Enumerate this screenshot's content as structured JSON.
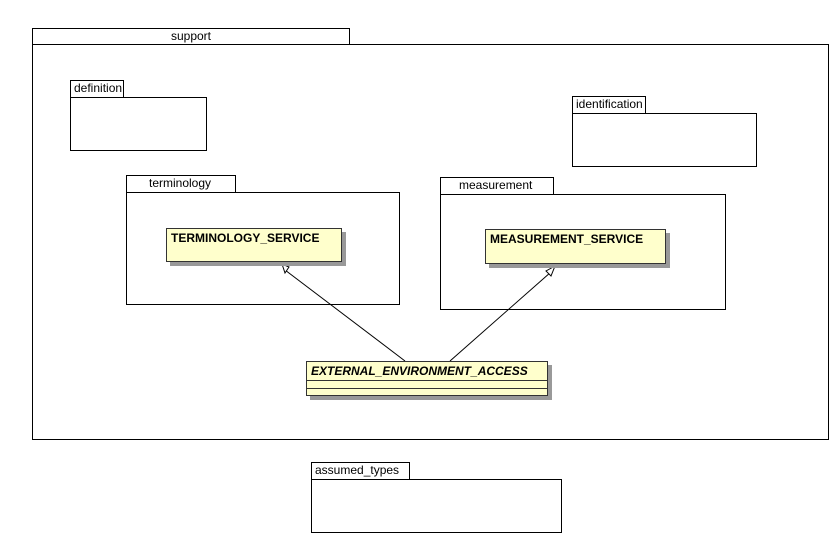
{
  "packages": {
    "support": "support",
    "definition": "definition",
    "identification": "identification",
    "terminology": "terminology",
    "measurement": "measurement",
    "assumed_types": "assumed_types"
  },
  "classes": {
    "terminology_service": "TERMINOLOGY_SERVICE",
    "measurement_service": "MEASUREMENT_SERVICE",
    "external_environment_access": "EXTERNAL_ENVIRONMENT_ACCESS"
  },
  "colors": {
    "class_fill": "#ffffcc",
    "line": "#000000"
  }
}
